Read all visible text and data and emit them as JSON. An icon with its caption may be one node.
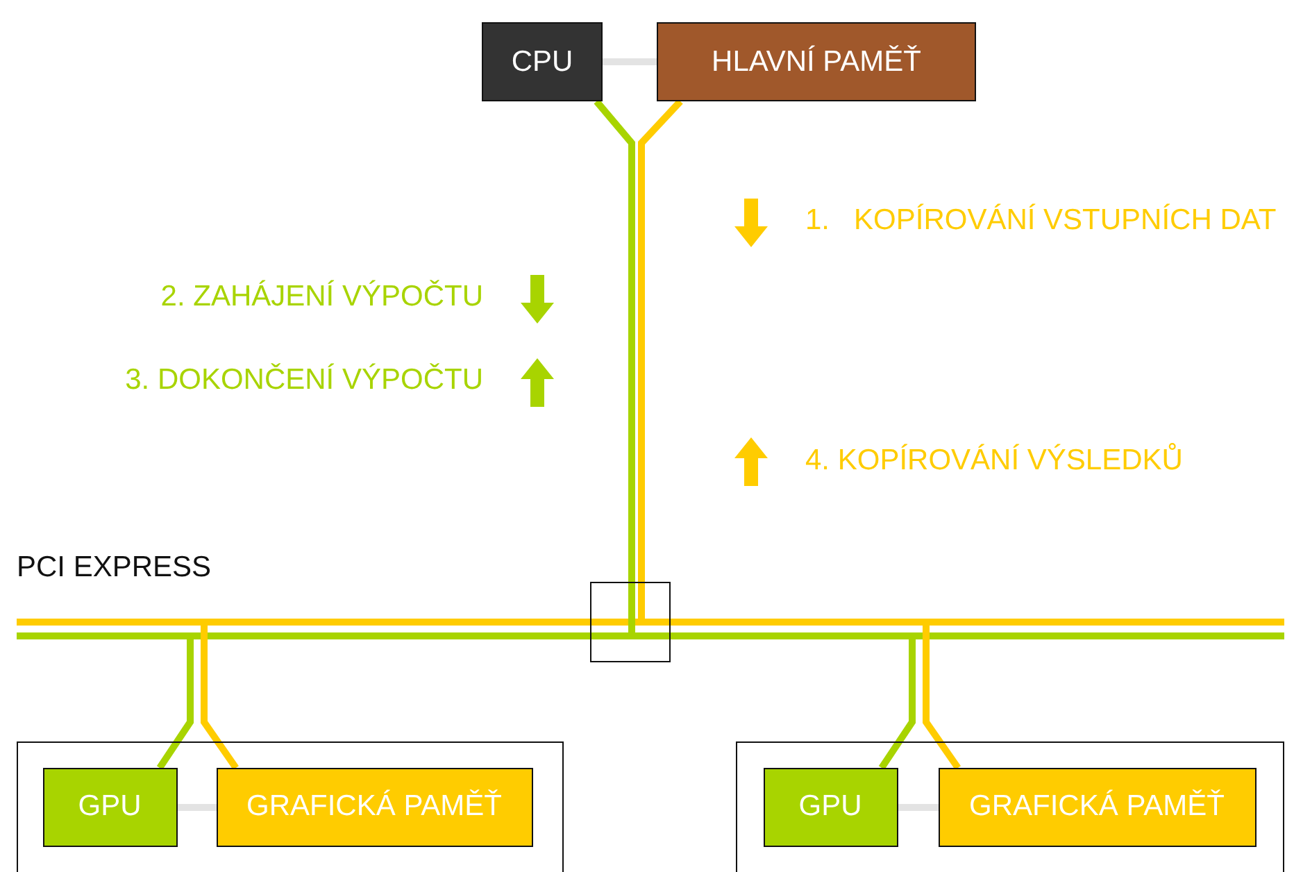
{
  "diagram": {
    "nodes": [
      {
        "text": [
          "CPU"
        ]
      },
      {
        "text": [
          "HLAVNÍ PAMĚŤ"
        ]
      },
      {
        "text": [],
        "shape": "box"
      },
      {
        "text": [],
        "shape": "box"
      },
      {
        "text": [
          "GPU"
        ],
        "in": 3
      },
      {
        "text": [
          "GRAFICKÁ PAMĚŤ"
        ],
        "in": 3
      },
      {
        "text": [],
        "shape": "box"
      },
      {
        "text": [
          "GPU"
        ],
        "in": 6
      },
      {
        "text": [
          "GRAFICKÁ PAMĚŤ"
        ],
        "in": 6
      }
    ],
    "edges": [
      {
        "from": 0,
        "to": 2,
        "arrow": "none",
        "color": "#a8d400"
      },
      {
        "from": 1,
        "to": 2,
        "arrow": "none",
        "color": "#ffcc00"
      },
      {
        "from": 0,
        "to": 1,
        "arrow": "none",
        "color": "#e3e3e3"
      },
      {
        "from": 2,
        "to": 4,
        "arrow": "none",
        "color": "#a8d400"
      },
      {
        "from": 2,
        "to": 5,
        "arrow": "none",
        "color": "#ffcc00"
      },
      {
        "from": 4,
        "to": 5,
        "arrow": "none",
        "color": "#e3e3e3"
      },
      {
        "from": 2,
        "to": 7,
        "arrow": "none",
        "color": "#a8d400"
      },
      {
        "from": 2,
        "to": 8,
        "arrow": "none",
        "color": "#ffcc00"
      },
      {
        "from": 7,
        "to": 8,
        "arrow": "none",
        "color": "#e3e3e3"
      }
    ],
    "labels": [
      "1.   KOPÍROVÁNÍ VSTUPNÍCH DAT",
      "2. ZAHÁJENÍ VÝPOČTU",
      "3. DOKONČENÍ VÝPOČTU",
      "4. KOPÍROVÁNÍ VÝSLEDKŮ",
      "PCI EXPRESS"
    ]
  }
}
